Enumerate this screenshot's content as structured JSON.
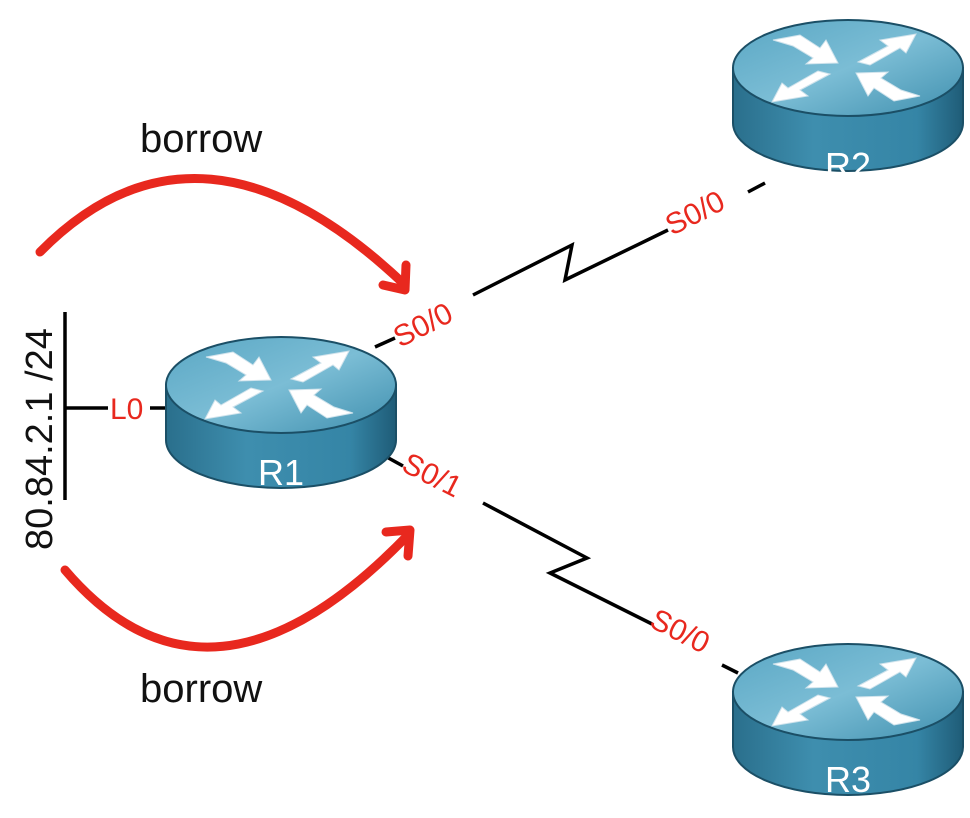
{
  "diagram": {
    "title": "",
    "colors": {
      "interface_label": "#e8281e",
      "borrow_arrow": "#e8281e",
      "router_top": "#4e9ab8",
      "router_side": "#2f7a98",
      "router_arrows": "#ffffff",
      "wire": "#000000"
    },
    "loopback": {
      "network": "80.84.2.1 /24",
      "interface": "L0"
    },
    "borrow_labels": {
      "top": "borrow",
      "bottom": "borrow"
    },
    "routers": [
      {
        "id": "R1",
        "label": "R1",
        "icon": "router-icon"
      },
      {
        "id": "R2",
        "label": "R2",
        "icon": "router-icon"
      },
      {
        "id": "R3",
        "label": "R3",
        "icon": "router-icon"
      }
    ],
    "links": [
      {
        "from": "R1",
        "from_if": "S0/0",
        "to": "R2",
        "to_if": "S0/0",
        "type": "serial"
      },
      {
        "from": "R1",
        "from_if": "S0/1",
        "to": "R3",
        "to_if": "S0/0",
        "type": "serial"
      }
    ]
  }
}
